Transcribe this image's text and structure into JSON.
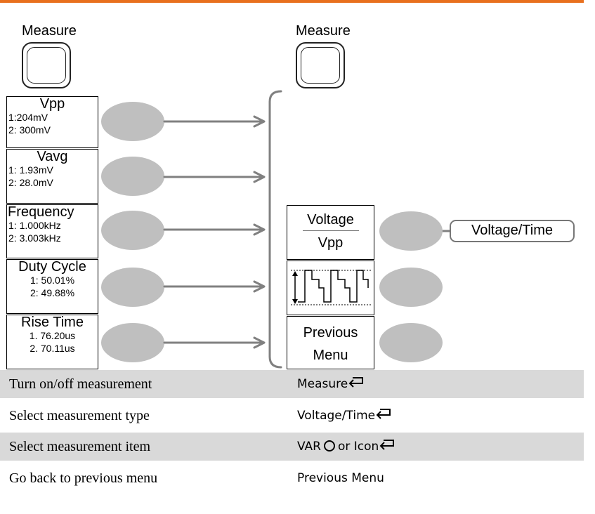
{
  "left_panel": {
    "measure_label": "Measure",
    "items": [
      {
        "title": "Vpp",
        "line1": "1:204mV",
        "line2": "2: 300mV"
      },
      {
        "title": "Vavg",
        "line1": "1: 1.93mV",
        "line2": "2: 28.0mV"
      },
      {
        "title": "Frequency",
        "line1": "1: 1.000kHz",
        "line2": "2: 3.003kHz"
      },
      {
        "title": "Duty Cycle",
        "line1": "1: 50.01%",
        "line2": "2: 49.88%"
      },
      {
        "title": "Rise Time",
        "line1": "1. 76.20us",
        "line2": "2. 70.11us"
      }
    ]
  },
  "right_panel": {
    "measure_label": "Measure",
    "voltage_label": "Voltage",
    "vpp_label": "Vpp",
    "previous_label_1": "Previous",
    "previous_label_2": "Menu",
    "voltage_time_label": "Voltage/Time"
  },
  "steps": [
    {
      "action": "Turn on/off measurement",
      "key": "Measure",
      "shaded": true
    },
    {
      "action": "Select measurement type",
      "key": "Voltage/Time",
      "shaded": false
    },
    {
      "action": "Select measurement item",
      "key_pre": "VAR",
      "key_mid": "or Icon",
      "shaded": true
    },
    {
      "action": "Go back to previous menu",
      "key": "Previous Menu",
      "shaded": false
    }
  ],
  "colors": {
    "accent": "#e8701e",
    "softkey": "#bfbfbf",
    "row_shade": "#d9d9d9",
    "arrow": "#808080"
  }
}
